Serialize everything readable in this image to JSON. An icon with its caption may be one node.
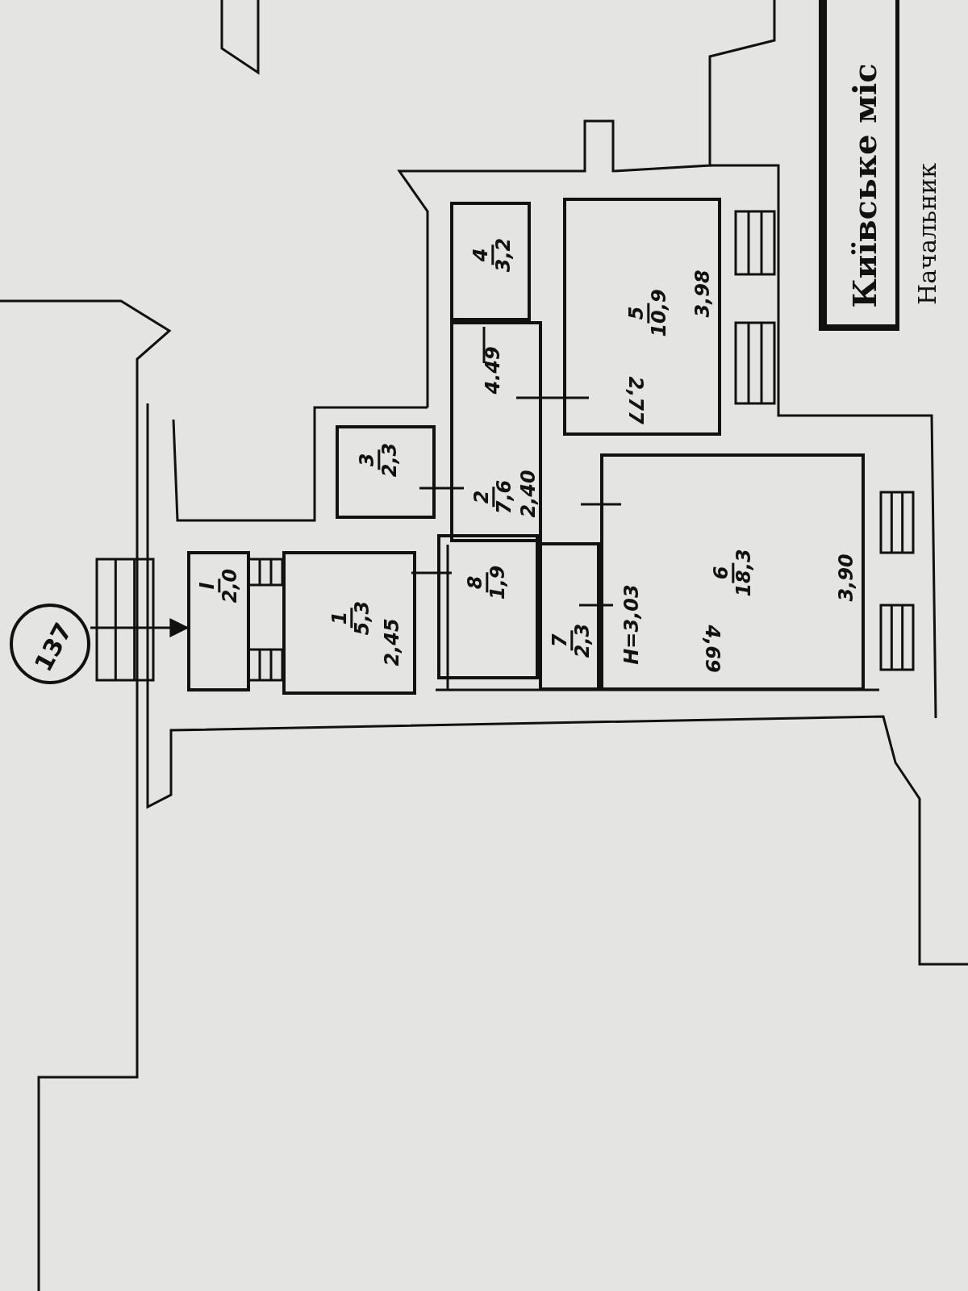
{
  "diagram": {
    "nodes": [
      {
        "text": [
          "Київське міс"
        ]
      },
      {
        "text": [
          "137"
        ]
      },
      {
        "text": [
          "I",
          "2,0"
        ]
      },
      {
        "text": [
          "1",
          "5,3",
          "2,45"
        ]
      },
      {
        "text": [
          "3",
          "2,3"
        ]
      },
      {
        "text": [
          "4",
          "3,2"
        ]
      },
      {
        "text": [
          "2",
          "7,6",
          "4.49",
          "2,40"
        ]
      },
      {
        "text": [
          "5",
          "10,9",
          "3,98",
          "2,77"
        ]
      },
      {
        "text": [
          "8",
          "1,9"
        ]
      },
      {
        "text": [
          "7",
          "2,3"
        ]
      },
      {
        "text": [
          "6",
          "18,3",
          "3,90",
          "4,69",
          "H=3,03"
        ]
      }
    ],
    "edges": [
      {
        "from": 1,
        "to": 2,
        "arrow": "to"
      }
    ],
    "labels": [
      "Начальник"
    ]
  }
}
